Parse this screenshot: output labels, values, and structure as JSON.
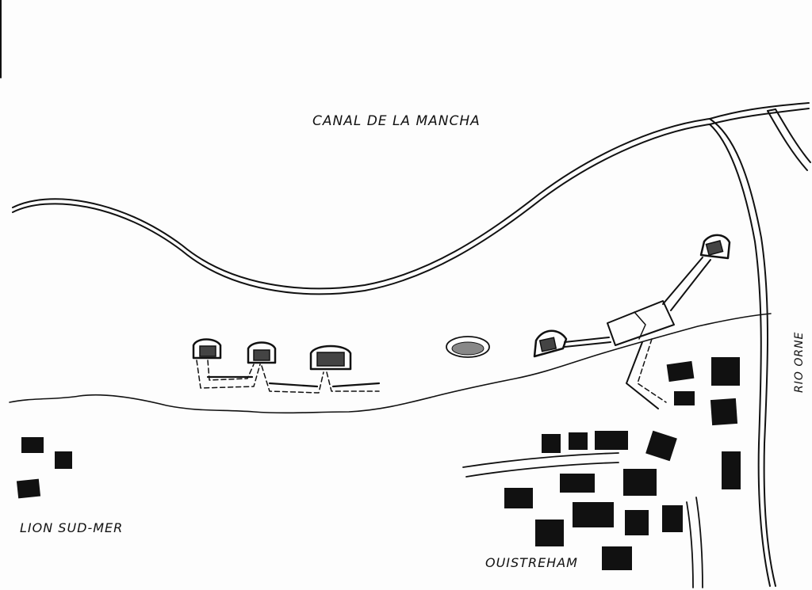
{
  "labels": {
    "sea": "CANAL DE LA MANCHA",
    "river": "RIO ORNE",
    "town_west": "LION SUD-MER",
    "town_east": "OUISTREHAM"
  },
  "colors": {
    "ink": "#111111",
    "paper": "#fdfdfd"
  }
}
